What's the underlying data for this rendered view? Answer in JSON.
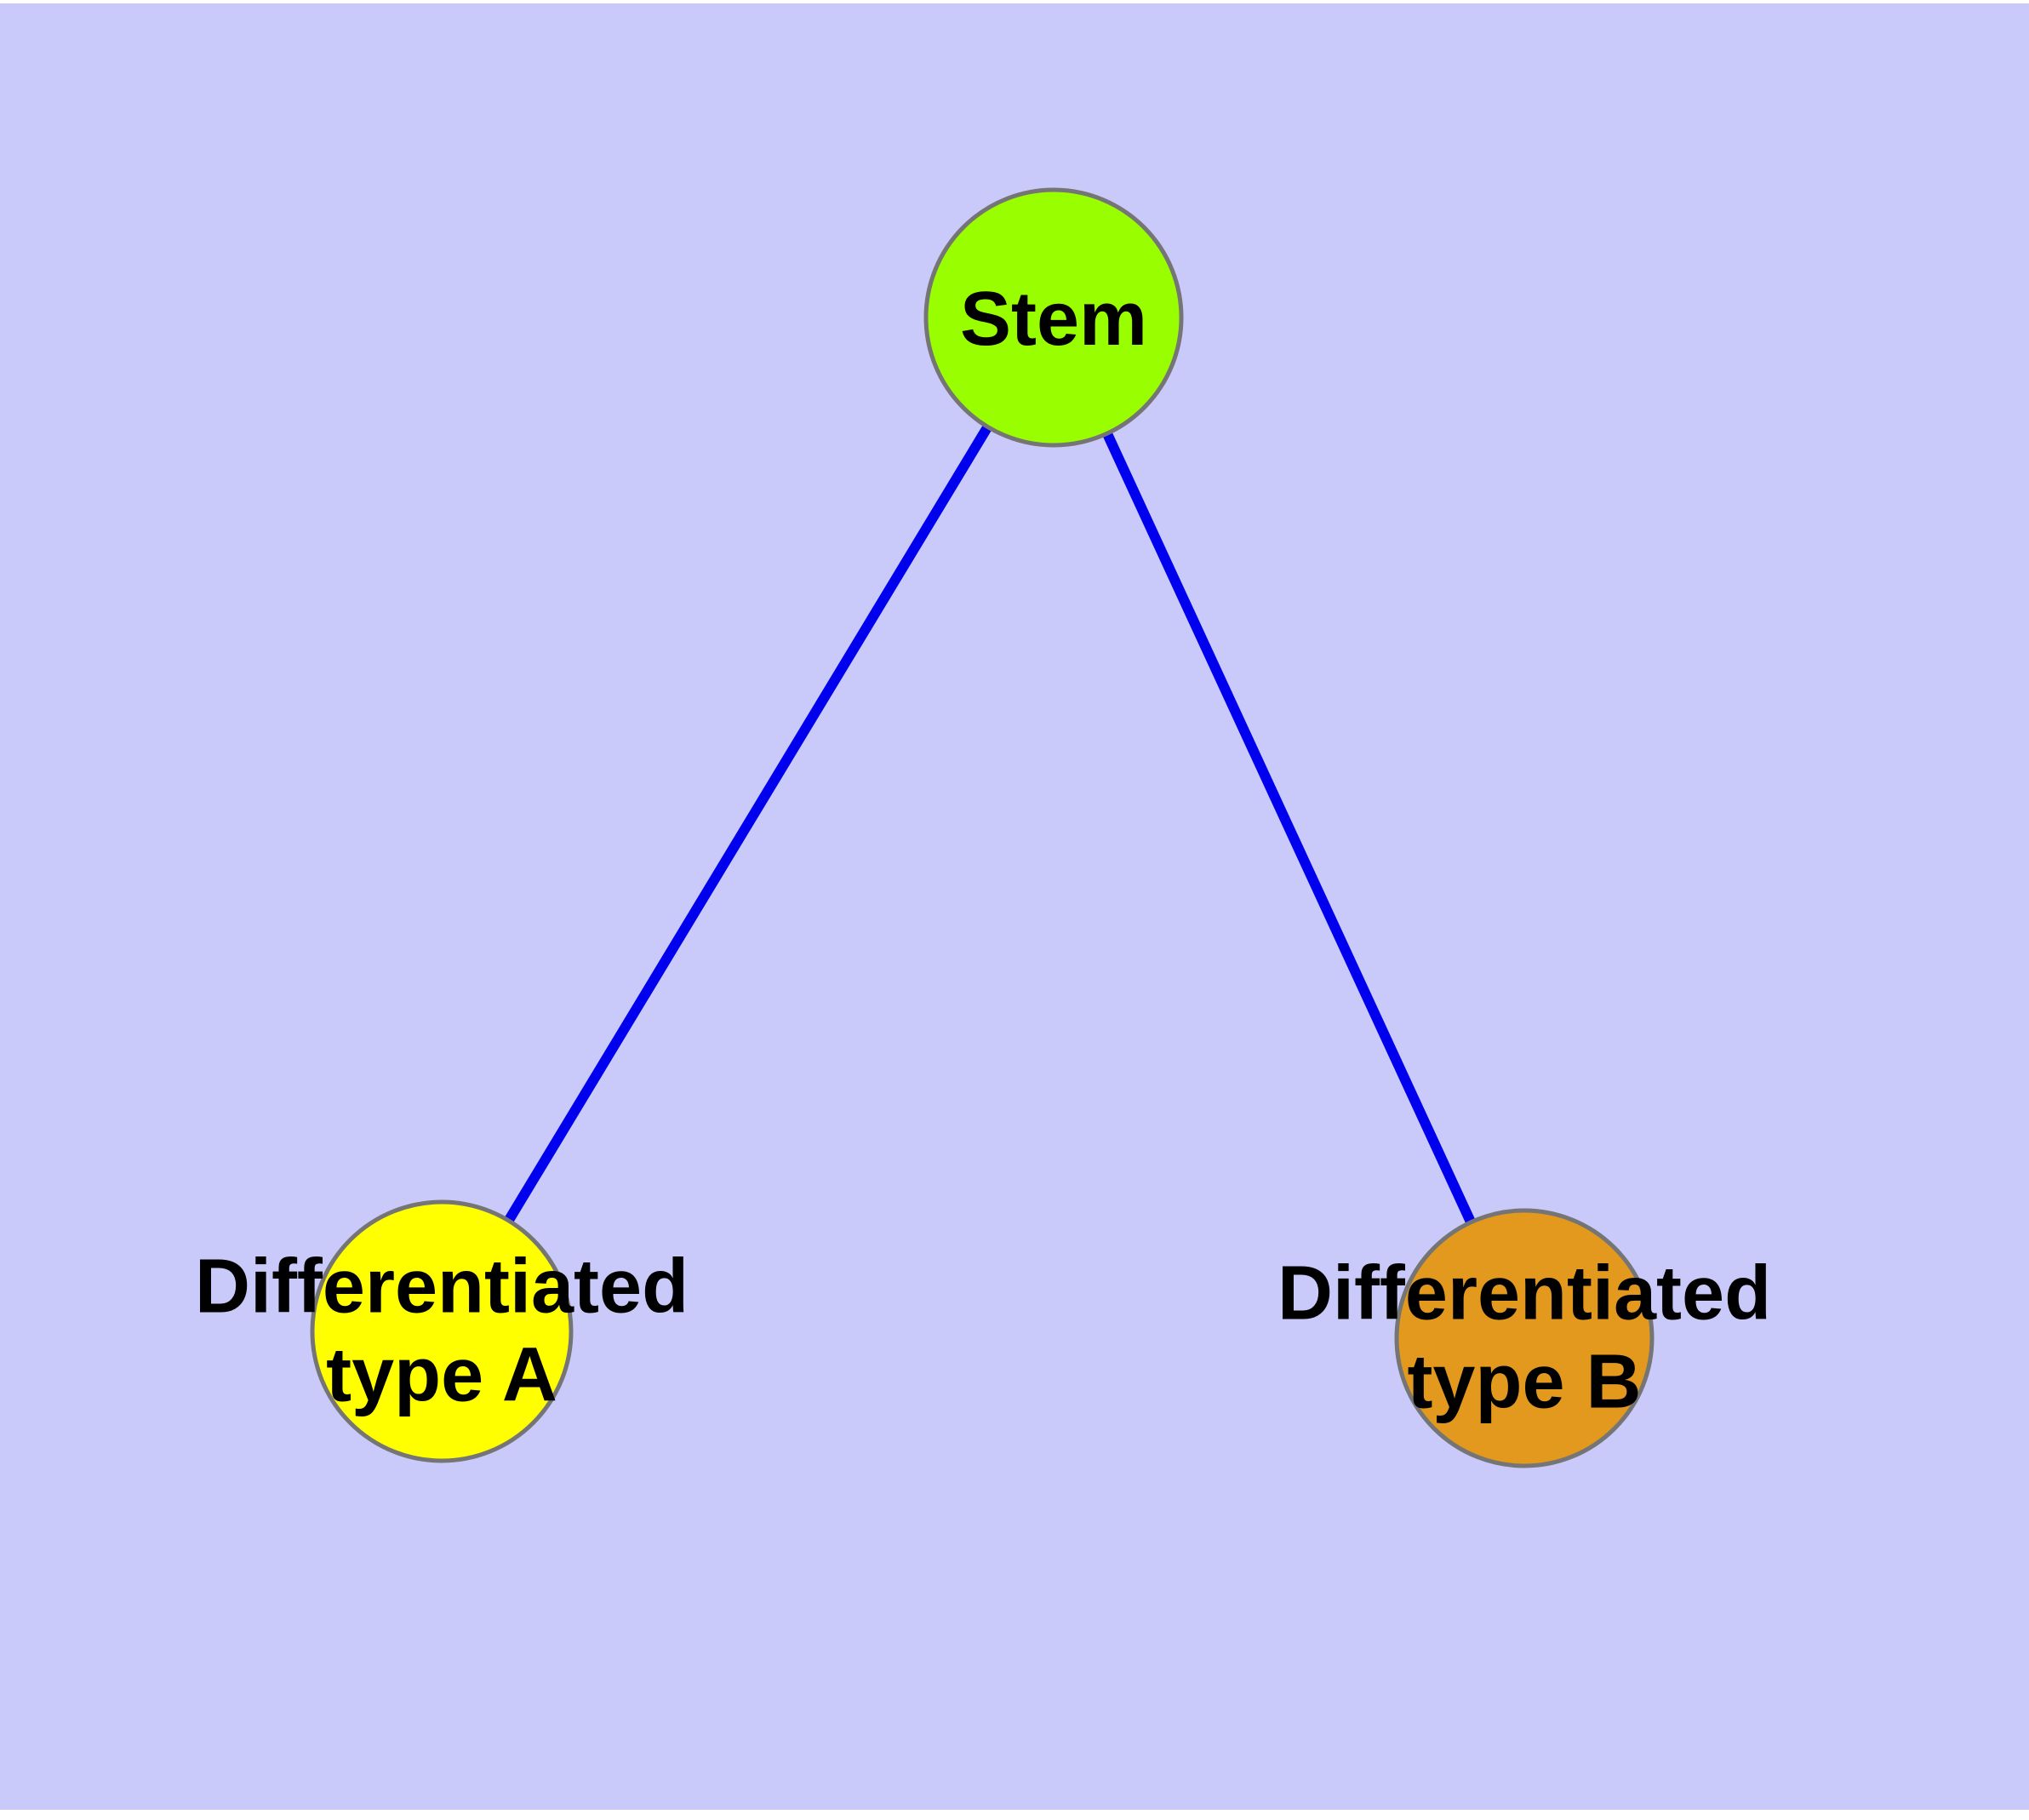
{
  "diagram": {
    "background_color": "#CACAFA",
    "page_background": "#FFFFFF",
    "edge_color": "#0000EE",
    "node_border_color": "#757575",
    "text_color": "#000000",
    "nodes": {
      "stem": {
        "label": "Stem",
        "color": "#99FE00"
      },
      "type_a": {
        "label": "Differentiated\ntype A",
        "color": "#FFFF00"
      },
      "type_b": {
        "label": "Differentiated\ntype B",
        "color": "#E2991E"
      }
    },
    "edges": [
      {
        "from": "Stem",
        "to": "Differentiated type A"
      },
      {
        "from": "Stem",
        "to": "Differentiated type B"
      }
    ]
  }
}
